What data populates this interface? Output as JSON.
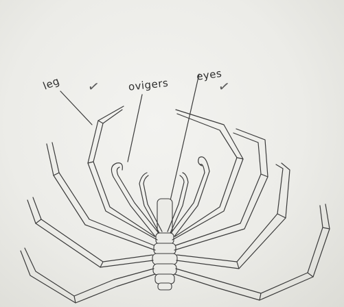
{
  "labels": {
    "leg": "leg",
    "ovigers": "ovigers",
    "eyes": "eyes"
  },
  "ticks": {
    "mark": "✓"
  },
  "colors": {
    "paper": "#ecece8",
    "ink": "#3a3a3a"
  }
}
